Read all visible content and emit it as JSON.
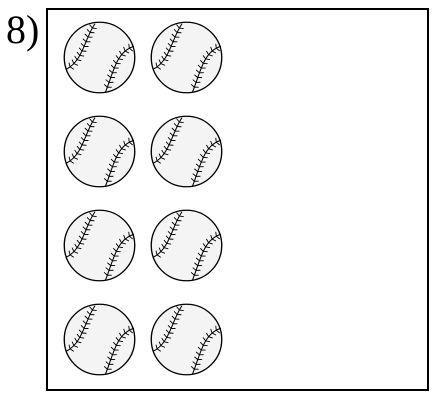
{
  "problem": {
    "number_label": "8)"
  },
  "objects": {
    "icon": "baseball-icon",
    "count": 8,
    "columns": 2,
    "rows": 4
  }
}
